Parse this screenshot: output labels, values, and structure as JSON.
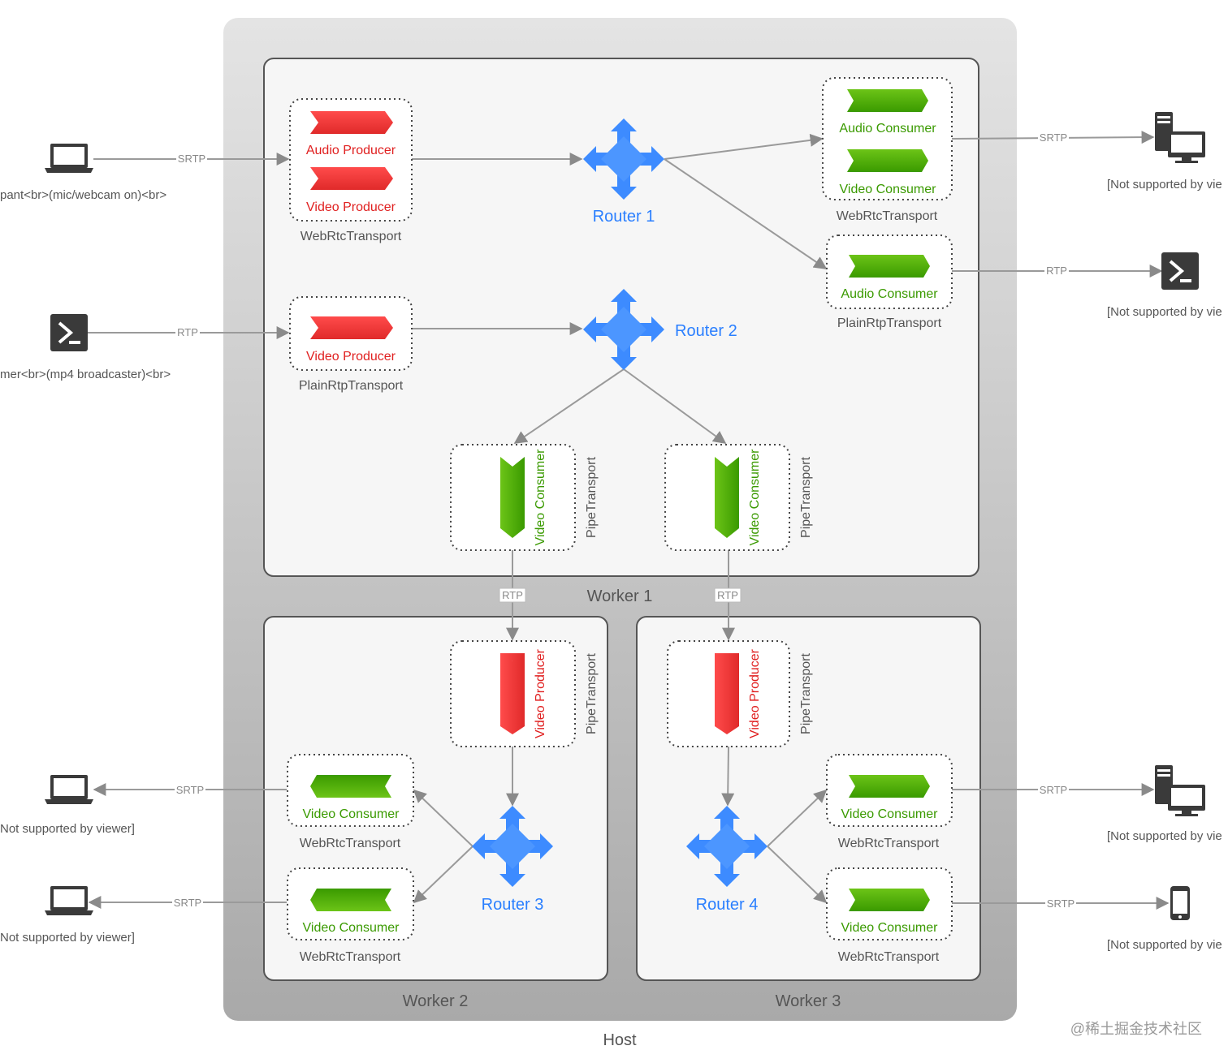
{
  "host": {
    "label": "Host"
  },
  "workers": {
    "w1": "Worker 1",
    "w2": "Worker 2",
    "w3": "Worker 3"
  },
  "routers": {
    "r1": "Router 1",
    "r2": "Router 2",
    "r3": "Router 3",
    "r4": "Router 4"
  },
  "labels": {
    "audio_producer": "Audio Producer",
    "video_producer": "Video Producer",
    "audio_consumer": "Audio Consumer",
    "video_consumer": "Video Consumer",
    "webrtc_transport": "WebRtcTransport",
    "plainrtp_transport": "PlainRtpTransport",
    "pipe_transport": "PipeTransport",
    "srtp": "SRTP",
    "rtp": "RTP"
  },
  "devices": {
    "participant": "pant<br>(mic/webcam on)<br>",
    "streamer": "mer<br>(mp4 broadcaster)<br>",
    "viewer_right": "[Not supported by vie",
    "viewer_left": "Not supported by viewer]"
  },
  "watermark": "@稀土掘金技术社区",
  "colors": {
    "producer": "#e53935",
    "consumer": "#4caf10",
    "router": "#3d8bff",
    "device": "#3a3a3a"
  },
  "icons": [
    "laptop-icon",
    "terminal-icon",
    "desktop-icon",
    "phone-icon",
    "router-icon"
  ]
}
